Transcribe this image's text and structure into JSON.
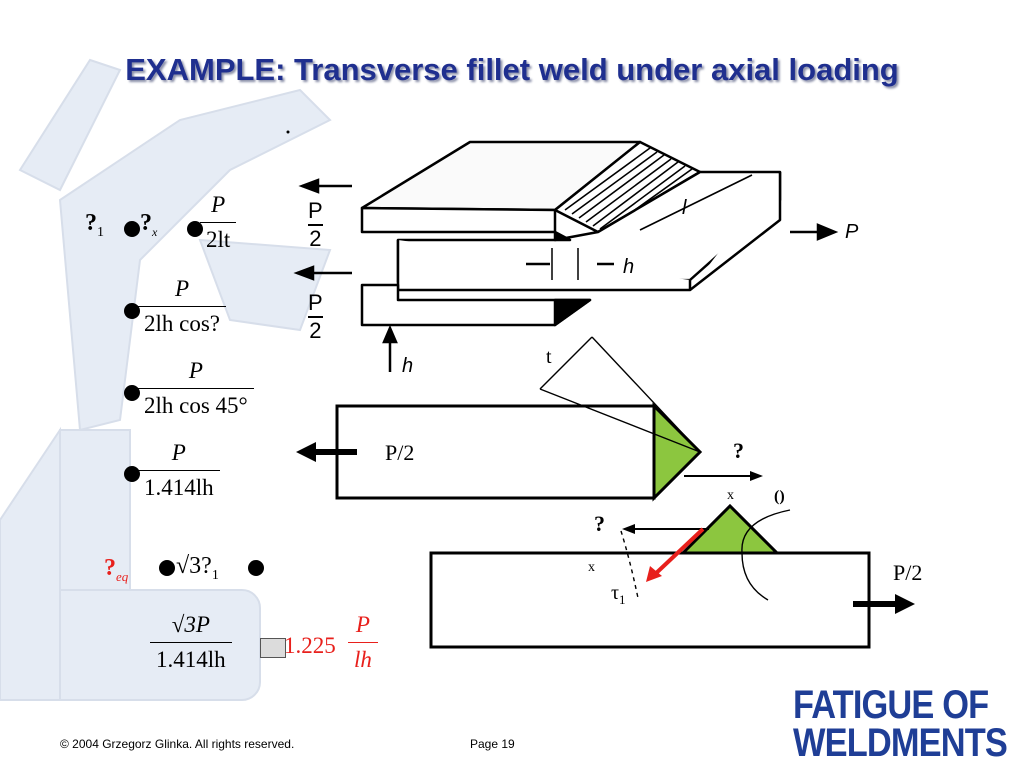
{
  "title": "EXAMPLE:   Transverse fillet weld under axial loading",
  "diagram": {
    "load_p_half_top": "P/2",
    "load_p_half_bottom": "P/2",
    "load_p": "P",
    "label_l": "l",
    "label_h_mid": "h",
    "label_h_bottom": "h",
    "label_t": "t",
    "label_p2_upper": "P/2",
    "label_p2_lower": "P/2",
    "q_mark_upper": "?",
    "q_mark_lower": "?",
    "label_x_upper": "x",
    "label_x_lower": "x",
    "label_tau1": "τ",
    "label_tau1_sub": "1",
    "label_angle": "()"
  },
  "equations": {
    "eq1_lhs_glyph1": "?",
    "eq1_lhs_sub1": "1",
    "eq1_lhs_glyph2": "?",
    "eq1_lhs_sub2": "x",
    "eq1_num": "P",
    "eq1_den": "2lt",
    "eq2_num": "P",
    "eq2_den": "2lh cos?",
    "eq3_num": "P",
    "eq3_den": "2lh cos 45°",
    "eq4_num": "P",
    "eq4_den": "1.414lh",
    "eq5_lhs_glyph": "?",
    "eq5_lhs_sub": "eq",
    "eq5_rhs": "√3?",
    "eq5_rhs_sub": "1",
    "eq6_num": "√3P",
    "eq6_den": "1.414lh",
    "eq6_result": "1.225",
    "eq6_result_num": "P",
    "eq6_result_den": "lh"
  },
  "footer": {
    "copyright": "© 2004 Grzegorz Glinka.  All rights reserved.",
    "page": "Page 19"
  },
  "logo": {
    "line1": "FATIGUE OF",
    "line2": "WELDMENTS"
  },
  "colors": {
    "title": "#1f2f8f",
    "weld_green": "#8cc63f",
    "red_accent": "#e8201c",
    "logo_blue": "#1f3e96"
  }
}
